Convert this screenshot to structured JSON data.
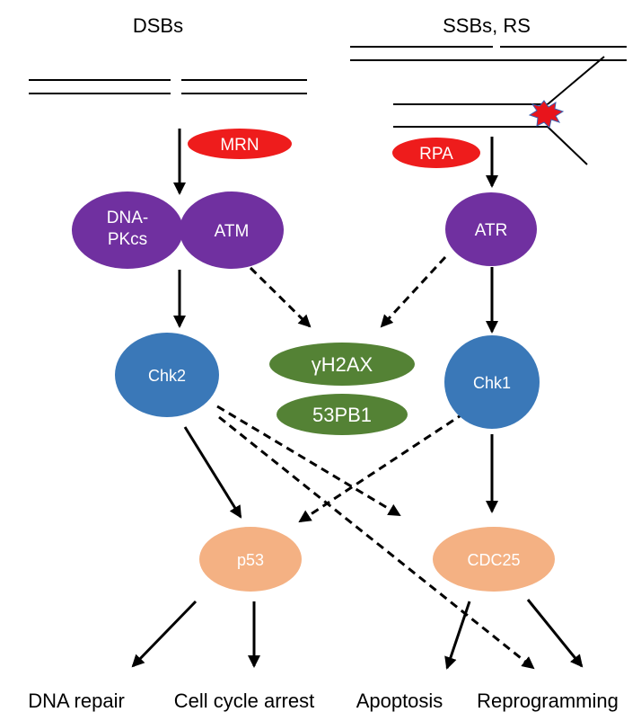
{
  "headers": {
    "left": "DSBs",
    "right": "SSBs, RS"
  },
  "nodes": {
    "mrn": {
      "label": "MRN"
    },
    "rpa": {
      "label": "RPA"
    },
    "dnapk": {
      "line1": "DNA-",
      "line2": "PKcs"
    },
    "atm": {
      "label": "ATM"
    },
    "atr": {
      "label": "ATR"
    },
    "chk2": {
      "label": "Chk2"
    },
    "chk1": {
      "label": "Chk1"
    },
    "h2ax": {
      "label": "γH2AX"
    },
    "pb1": {
      "label": "53PB1"
    },
    "p53": {
      "label": "p53"
    },
    "cdc25": {
      "label": "CDC25"
    }
  },
  "outcomes": {
    "repair": "DNA repair",
    "arrest": "Cell cycle arrest",
    "apoptosis": "Apoptosis",
    "reprogramming": "Reprogramming"
  },
  "colors": {
    "break_proteins": "#ee1c1c",
    "kinases": "#7030a0",
    "checkpoint": "#3a78b8",
    "chromatin": "#548235",
    "effectors": "#f4b183",
    "arrow": "#000000",
    "damage_burst": "#e8141c"
  }
}
